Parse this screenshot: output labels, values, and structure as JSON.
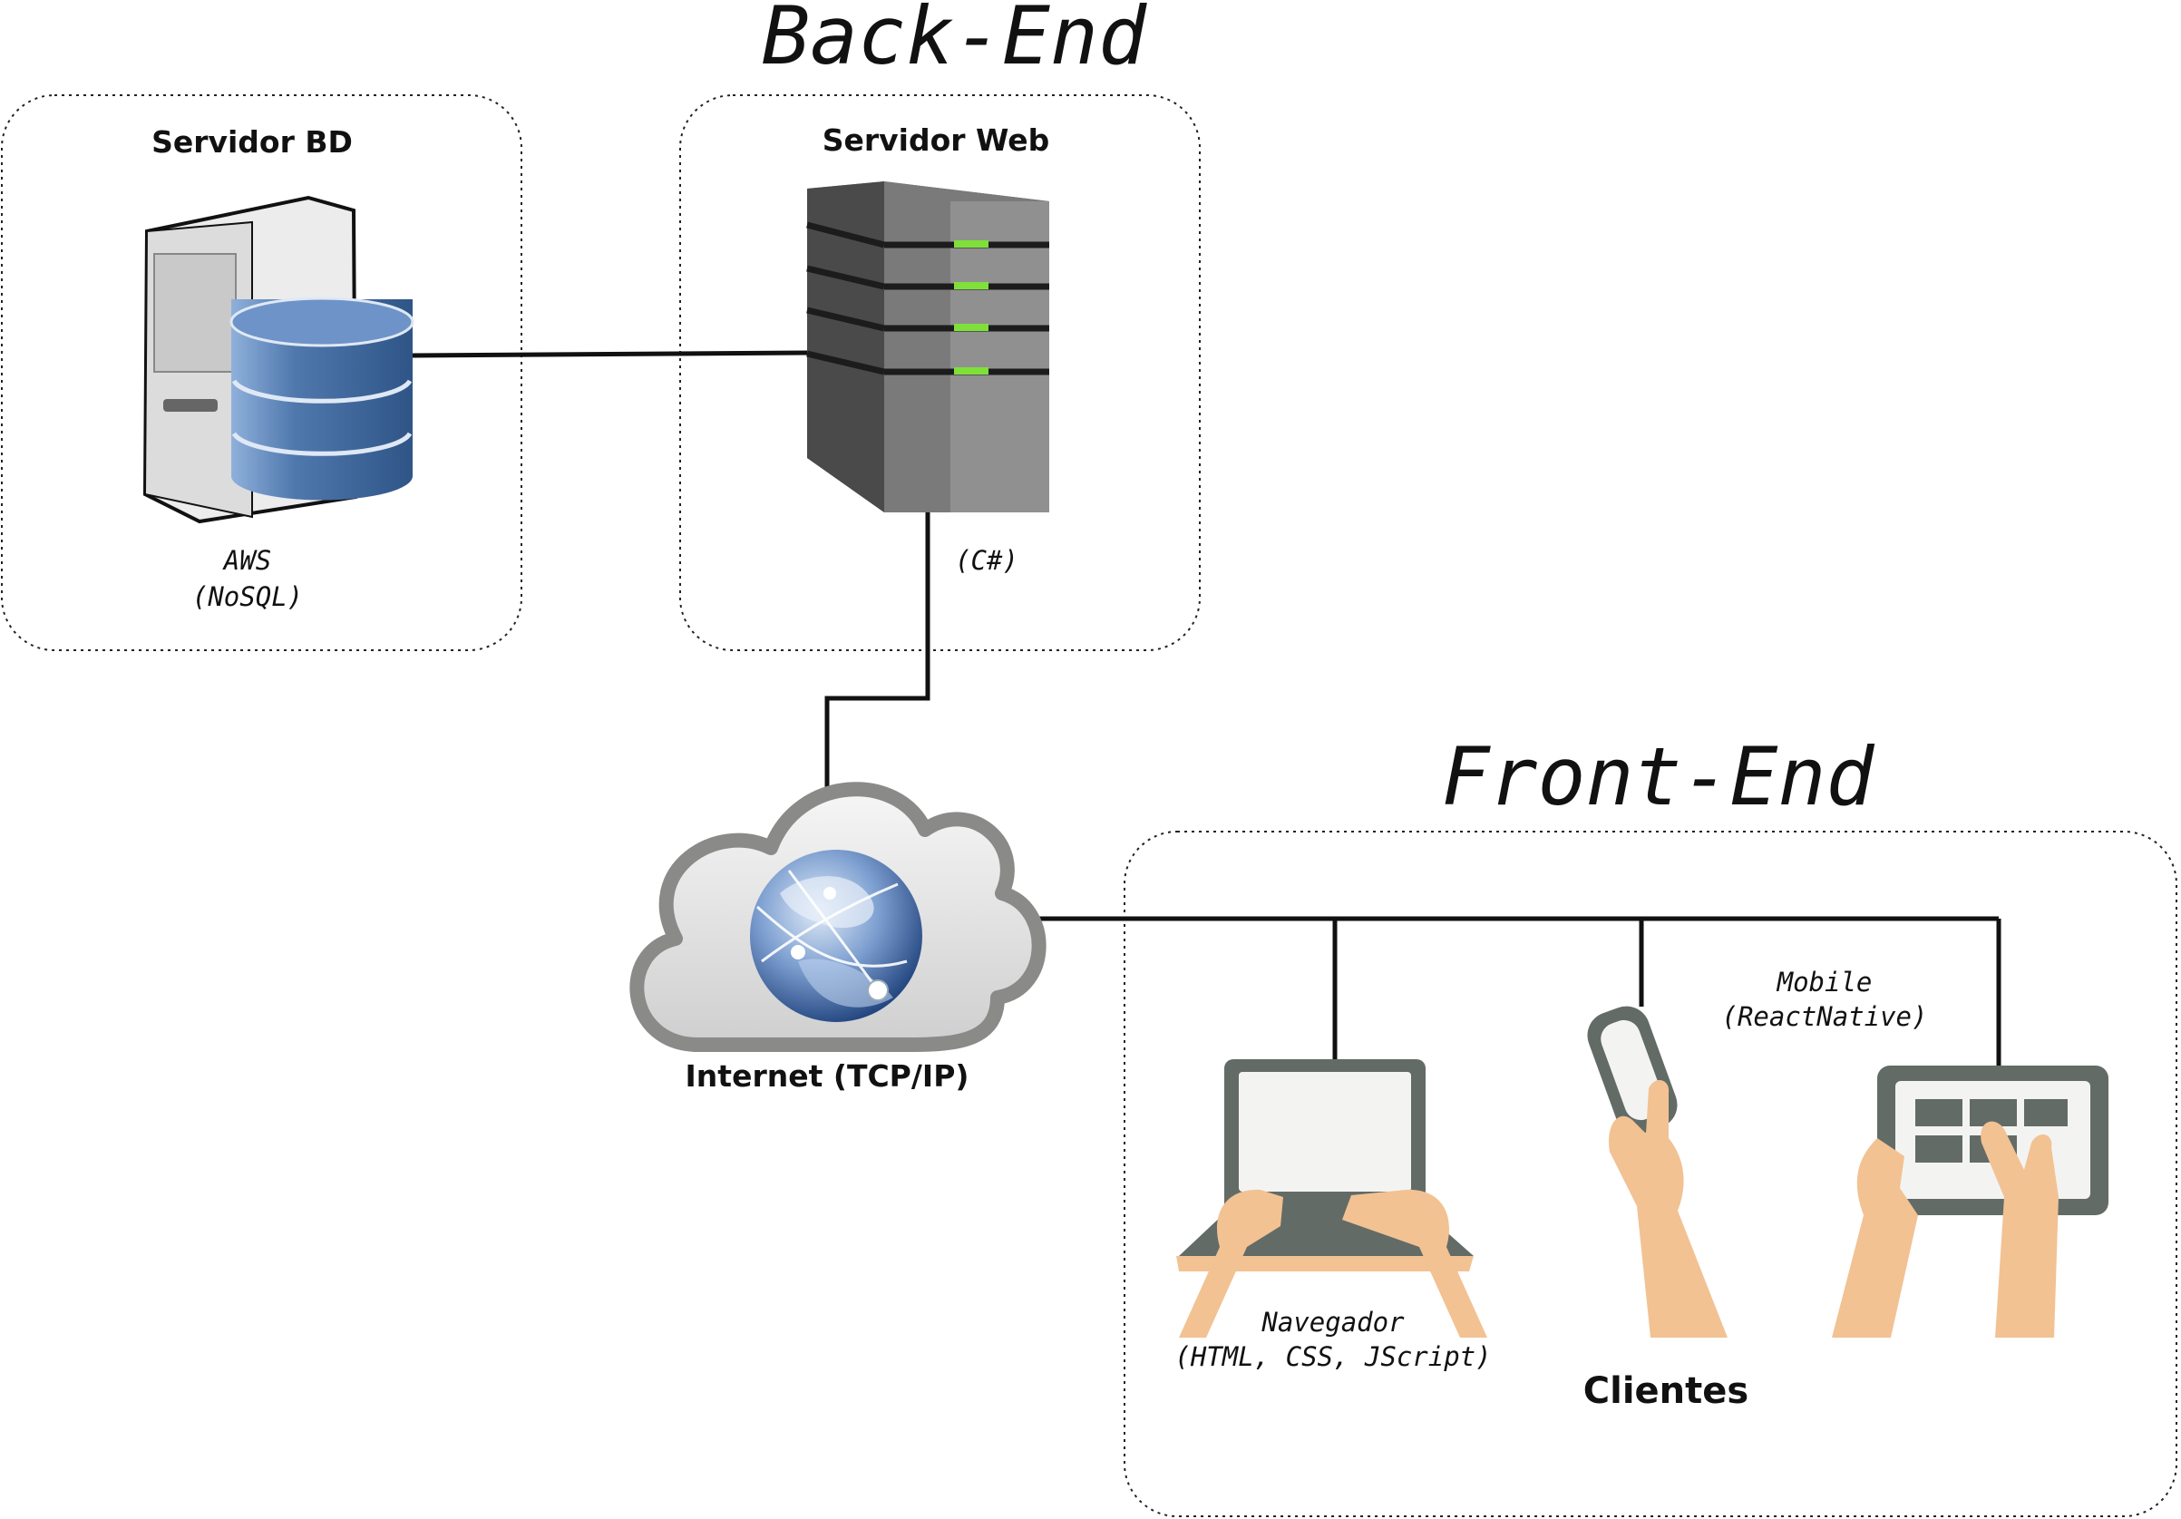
{
  "sections": {
    "backend_title": "Back-End",
    "frontend_title": "Front-End"
  },
  "nodes": {
    "db_server": {
      "title": "Servidor BD",
      "caption_line1": "AWS",
      "caption_line2": "(NoSQL)"
    },
    "web_server": {
      "title": "Servidor Web",
      "caption": "(C#)"
    },
    "internet": {
      "label": "Internet (TCP/IP)"
    },
    "browser": {
      "caption_line1": "Navegador",
      "caption_line2": "(HTML, CSS, JScript)"
    },
    "mobile": {
      "caption_line1": "Mobile",
      "caption_line2": "(ReactNative)"
    },
    "clients": {
      "label": "Clientes"
    }
  },
  "icons": [
    "database-server-icon",
    "web-server-rack-icon",
    "internet-cloud-globe-icon",
    "laptop-icon",
    "smartphone-icon",
    "tablet-icon"
  ],
  "colors": {
    "line": "#111111",
    "database_blue": "#4a72a8",
    "server_gray": "#5a5a5a",
    "led_green": "#7fe03a",
    "device_gray": "#636b66",
    "skin": "#f2c293",
    "cloud_gray": "#8a8a88"
  }
}
